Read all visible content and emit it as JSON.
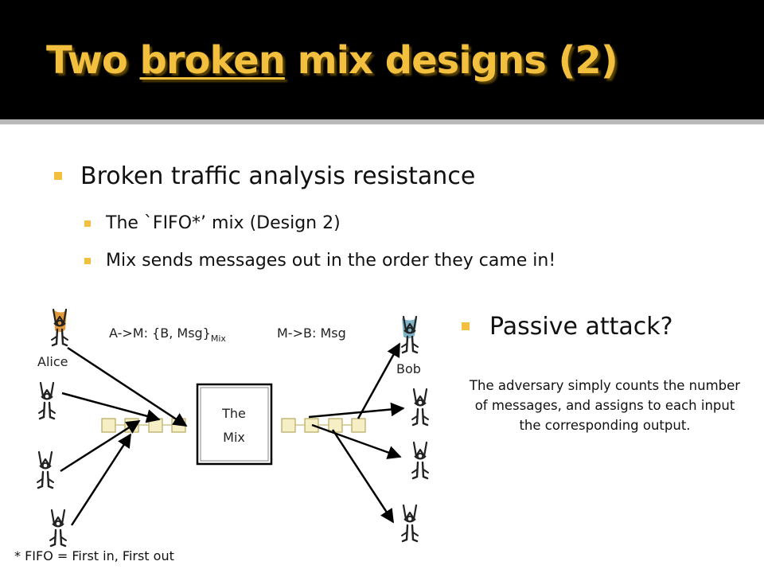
{
  "slide": {
    "title_prefix": "Two ",
    "title_emph": "broken",
    "title_suffix": " mix designs (2)",
    "bullets": {
      "main": "Broken traffic analysis resistance",
      "sub1": "The `FIFO*’ mix (Design 2)",
      "sub2": "Mix sends messages out in the order they came in!",
      "passive": "Passive attack?"
    },
    "explanation": "The adversary simply counts the number of messages, and assigns to each input the corresponding output.",
    "footnote": "* FIFO = First in, First out"
  },
  "diagram": {
    "label_alice": "Alice",
    "label_bob": "Bob",
    "mix_line1": "The",
    "mix_line2": "Mix",
    "msg_in_main": "A->M: {B, Msg}",
    "msg_in_sub": "Mix",
    "msg_out": "M->B: Msg",
    "colors": {
      "alice": "#e39a3a",
      "bob": "#7fb4c8",
      "queue": "#f6efc6",
      "accent": "#f2bf3e",
      "title_bg": "#000000"
    }
  }
}
